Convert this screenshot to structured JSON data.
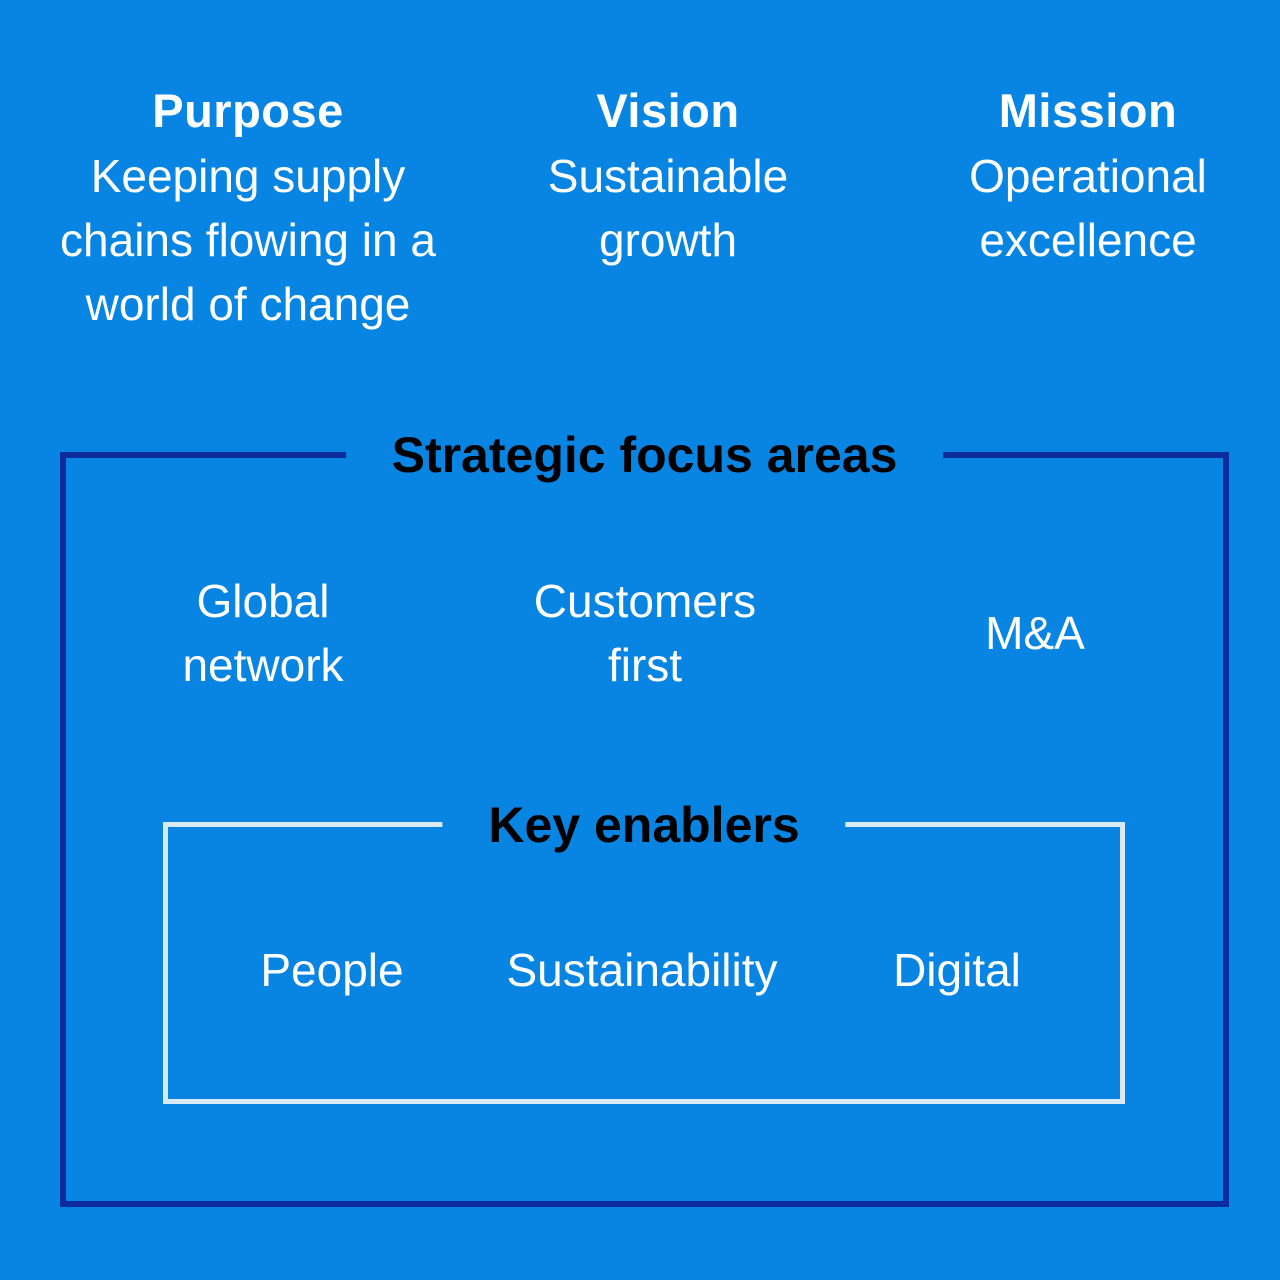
{
  "colors": {
    "background": "#0885E2",
    "outer_border": "#0C2B9D",
    "inner_border": "#D9EAF7",
    "title_text": "#000000",
    "body_text": "#FFFFFF"
  },
  "pillars": [
    {
      "title": "Purpose",
      "lines": [
        "Keeping supply",
        "chains flowing in a",
        "world of change"
      ]
    },
    {
      "title": "Vision",
      "lines": [
        "Sustainable",
        "growth"
      ]
    },
    {
      "title": "Mission",
      "lines": [
        "Operational",
        "excellence"
      ]
    }
  ],
  "strategic": {
    "title": "Strategic focus areas",
    "items": [
      {
        "lines": [
          "Global",
          "network"
        ]
      },
      {
        "lines": [
          "Customers",
          "first"
        ]
      },
      {
        "lines": [
          "M&A"
        ]
      }
    ]
  },
  "enablers": {
    "title": "Key enablers",
    "items": [
      "People",
      "Sustainability",
      "Digital"
    ]
  }
}
